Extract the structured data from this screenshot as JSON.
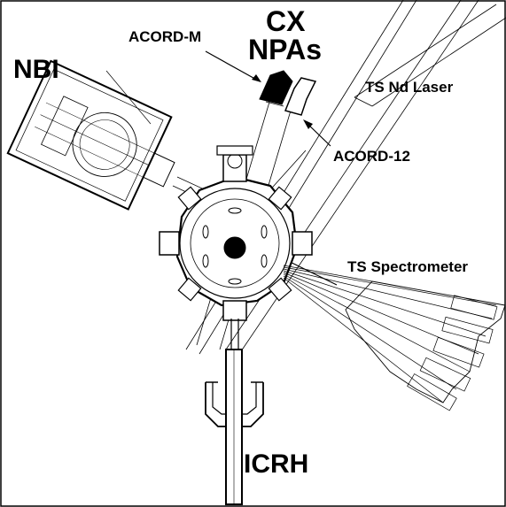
{
  "labels": {
    "acord_m": "ACORD-M",
    "cx": "CX",
    "npas": "NPAs",
    "nbi": "NBI",
    "ts_nd_laser": "TS Nd Laser",
    "acord_12": "ACORD-12",
    "ts_spectrometer": "TS Spectrometer",
    "icrh": "ICRH"
  },
  "colors": {
    "ink": "#000000",
    "paper": "#ffffff"
  }
}
